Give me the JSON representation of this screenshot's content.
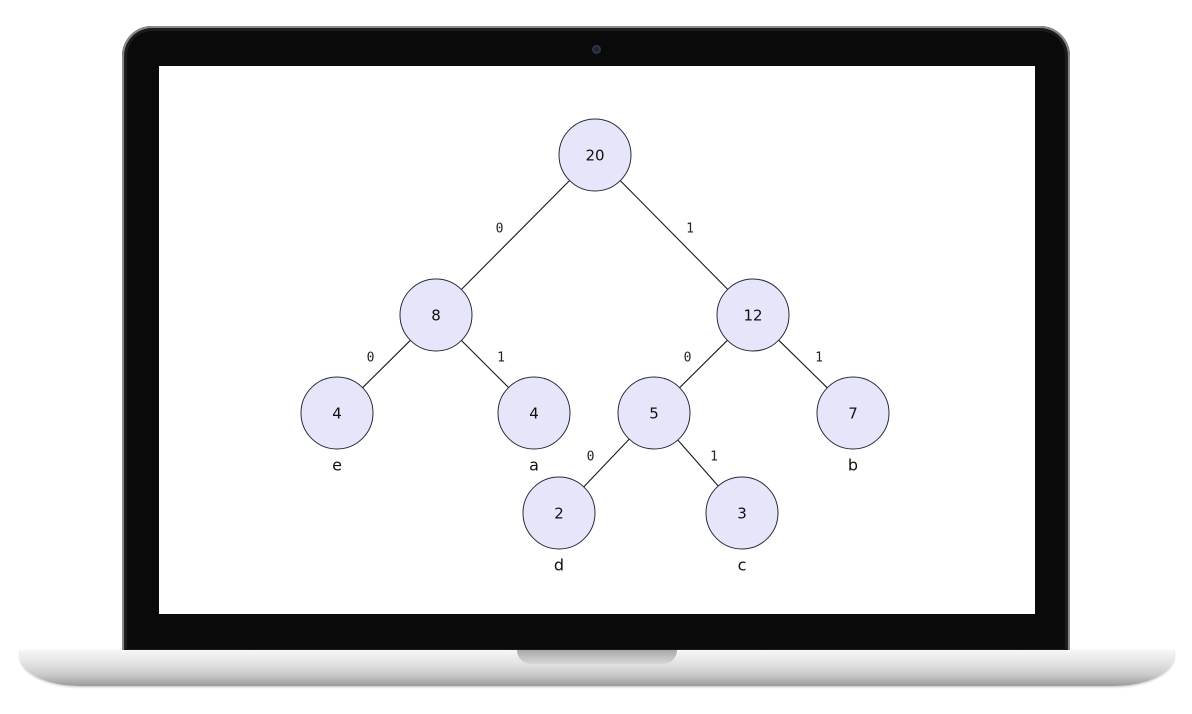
{
  "device": "laptop",
  "tree": {
    "nodes": [
      {
        "id": "n20",
        "value": "20",
        "label": ""
      },
      {
        "id": "n8",
        "value": "8",
        "label": ""
      },
      {
        "id": "n12",
        "value": "12",
        "label": ""
      },
      {
        "id": "n4e",
        "value": "4",
        "label": "e"
      },
      {
        "id": "n4a",
        "value": "4",
        "label": "a"
      },
      {
        "id": "n5",
        "value": "5",
        "label": ""
      },
      {
        "id": "n7",
        "value": "7",
        "label": "b"
      },
      {
        "id": "n2",
        "value": "2",
        "label": "d"
      },
      {
        "id": "n3",
        "value": "3",
        "label": "c"
      }
    ],
    "edges": [
      {
        "from": "n20",
        "to": "n8",
        "bit": "0"
      },
      {
        "from": "n20",
        "to": "n12",
        "bit": "1"
      },
      {
        "from": "n8",
        "to": "n4e",
        "bit": "0"
      },
      {
        "from": "n8",
        "to": "n4a",
        "bit": "1"
      },
      {
        "from": "n12",
        "to": "n5",
        "bit": "0"
      },
      {
        "from": "n12",
        "to": "n7",
        "bit": "1"
      },
      {
        "from": "n5",
        "to": "n2",
        "bit": "0"
      },
      {
        "from": "n5",
        "to": "n3",
        "bit": "1"
      }
    ]
  },
  "colors": {
    "node_fill": "#e6e6fa",
    "node_stroke": "#2a2a3a",
    "edge": "#1a1a1a",
    "screen_bg": "#ffffff",
    "bezel": "#0a0a0a"
  }
}
